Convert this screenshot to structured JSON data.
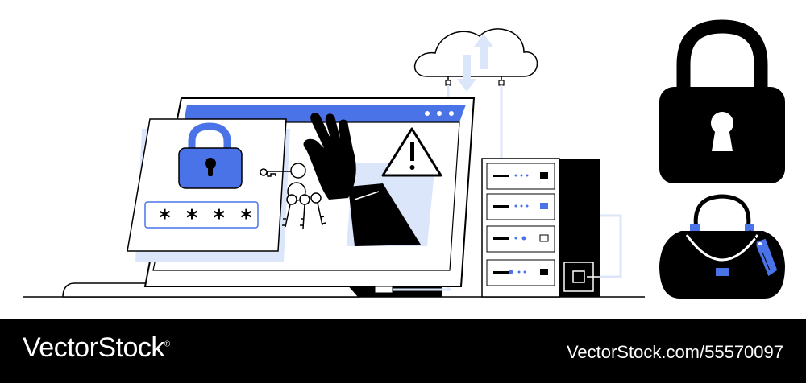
{
  "illustration": {
    "password_mask": "* * * *",
    "icons": [
      "padlock-icon",
      "password-field",
      "hand-holding-keys-icon",
      "warning-icon",
      "cloud-sync-icon",
      "server-rack-icon",
      "large-padlock-icon",
      "handbag-with-tag-icon"
    ],
    "colors": {
      "accent": "#4a73e8",
      "accent_light": "#dce6fb",
      "ink": "#000000",
      "paper": "#ffffff"
    }
  },
  "footer": {
    "brand": "VectorStock",
    "brand_mark": "®",
    "credit": "VectorStock.com/55570097"
  }
}
